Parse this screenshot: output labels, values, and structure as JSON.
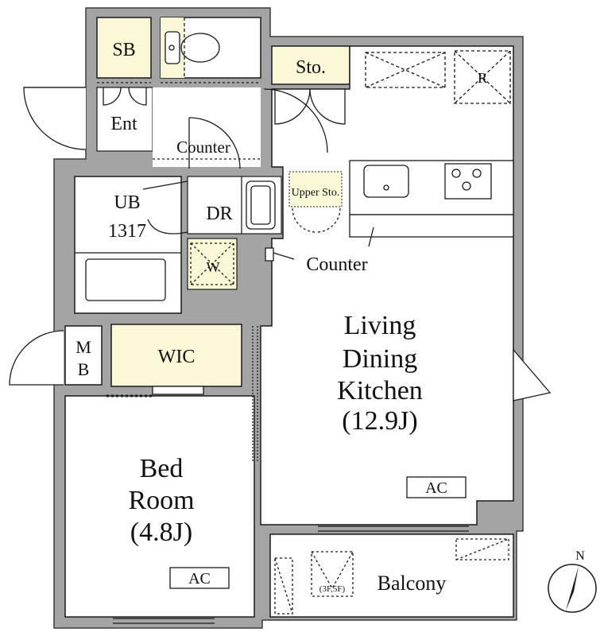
{
  "colors": {
    "wall": "#a4a4a4",
    "wall_edge": "#3c3c3c",
    "floor": "#ffffff",
    "wet_area": "#fbf8d8",
    "line": "#1a1a1a"
  },
  "rooms": {
    "sb": "SB",
    "entrance": "Ent",
    "counter_entry": "Counter",
    "storage": "Sto.",
    "ub": "UB",
    "ub_size": "1317",
    "dr": "DR",
    "washer": "W",
    "upper_storage": "Upper Sto.",
    "counter_kitchen": "Counter",
    "refrigerator": "R",
    "mb_top": "M",
    "mb_bottom": "B",
    "wic": "WIC",
    "ldk_line1": "Living",
    "ldk_line2": "Dining",
    "ldk_line3": "Kitchen",
    "ldk_size": "(12.9J)",
    "bed_line1": "Bed",
    "bed_line2": "Room",
    "bed_size": "(4.8J)",
    "ac_ldk": "AC",
    "ac_bed": "AC",
    "balcony": "Balcony",
    "balcony_note": "(3F,5F)",
    "compass": "N"
  }
}
